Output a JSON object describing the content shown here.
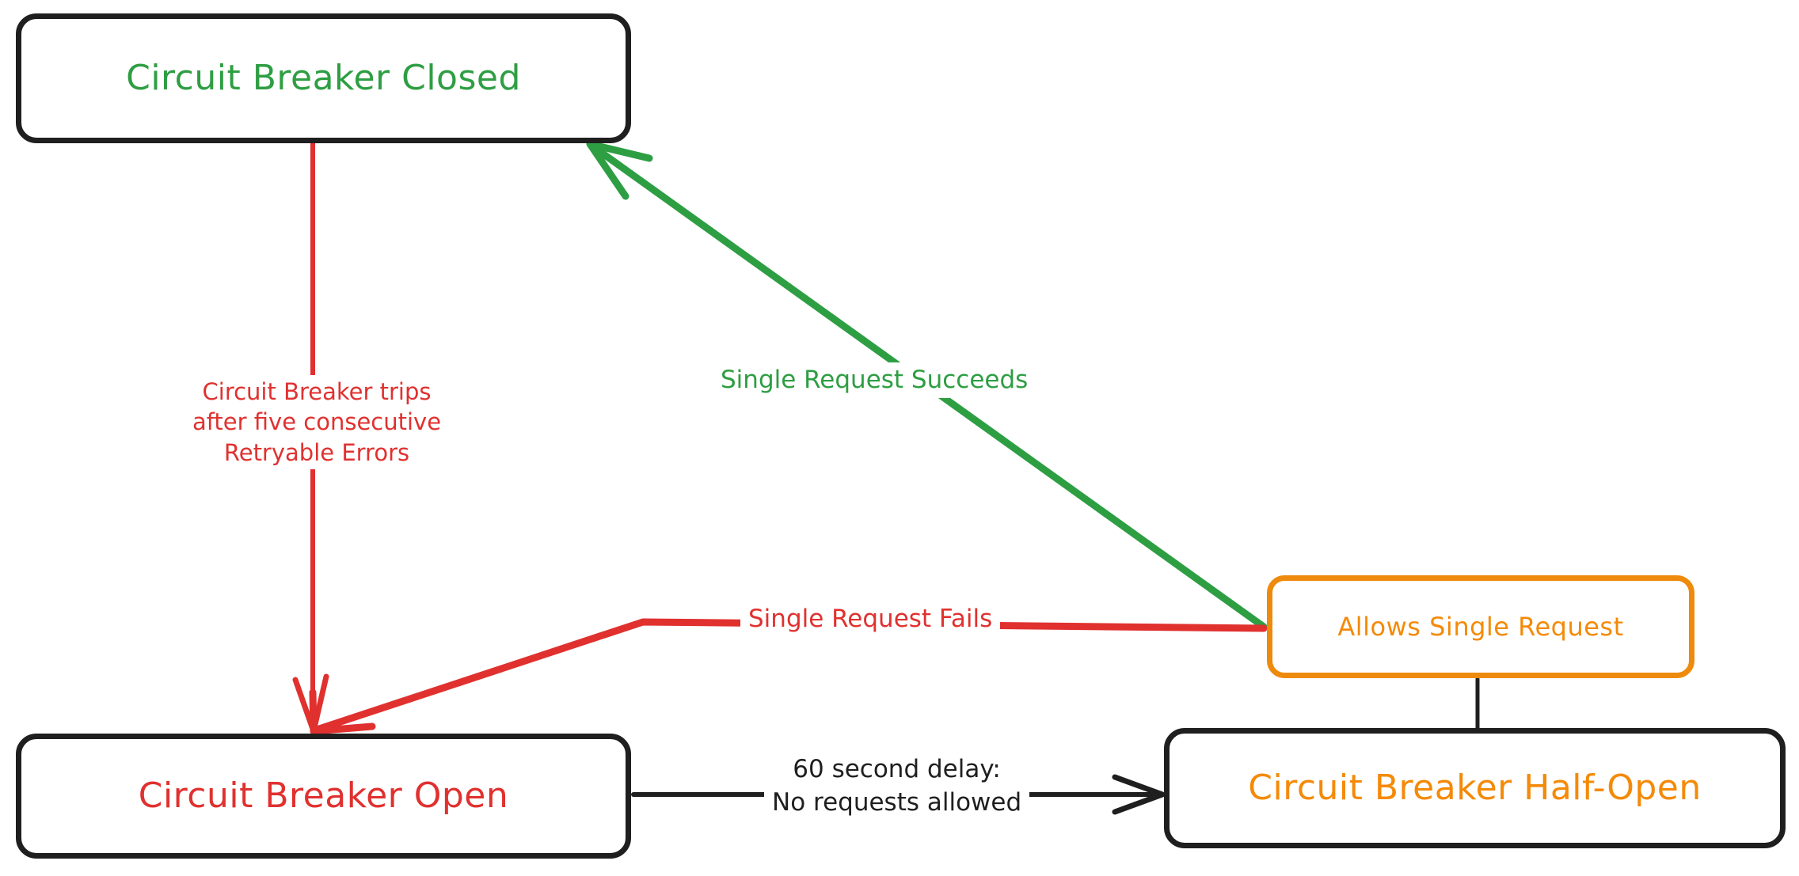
{
  "diagram": {
    "type": "state-transition-diagram",
    "subject": "Circuit Breaker state machine",
    "background_color": "#ffffff",
    "nodes": [
      {
        "id": "closed",
        "label": "Circuit Breaker Closed",
        "text_color": "#2e9e43",
        "border_color": "#1f1f1f",
        "shape": "rounded-rectangle"
      },
      {
        "id": "open",
        "label": "Circuit Breaker Open",
        "text_color": "#e0312f",
        "border_color": "#1f1f1f",
        "shape": "rounded-rectangle"
      },
      {
        "id": "allows",
        "label": "Allows Single Request",
        "text_color": "#f48a08",
        "border_color": "#ee8a0c",
        "shape": "rounded-rectangle"
      },
      {
        "id": "half_open",
        "label": "Circuit Breaker Half-Open",
        "text_color": "#f48a08",
        "border_color": "#1f1f1f",
        "shape": "rounded-rectangle"
      }
    ],
    "edges": [
      {
        "id": "closed_to_open",
        "from": "closed",
        "to": "open",
        "color": "#e0312f",
        "label_lines": [
          "Circuit Breaker trips",
          "after five consecutive",
          "Retryable Errors"
        ],
        "label": "Circuit Breaker trips after five consecutive Retryable Errors",
        "arrowhead": "to"
      },
      {
        "id": "allows_to_closed",
        "from": "allows",
        "to": "closed",
        "color": "#2e9e43",
        "label": "Single Request Succeeds",
        "arrowhead": "to"
      },
      {
        "id": "allows_to_open",
        "from": "allows",
        "to": "open",
        "color": "#e0312f",
        "label": "Single Request Fails",
        "arrowhead": "to"
      },
      {
        "id": "open_to_half_open",
        "from": "open",
        "to": "half_open",
        "color": "#1f1f1f",
        "label_lines": [
          "60 second delay:",
          "No requests allowed"
        ],
        "label": "60 second delay: No requests allowed",
        "arrowhead": "to"
      },
      {
        "id": "half_open_to_allows",
        "from": "half_open",
        "to": "allows",
        "color": "#1f1f1f",
        "label": "",
        "arrowhead": "none"
      }
    ]
  }
}
